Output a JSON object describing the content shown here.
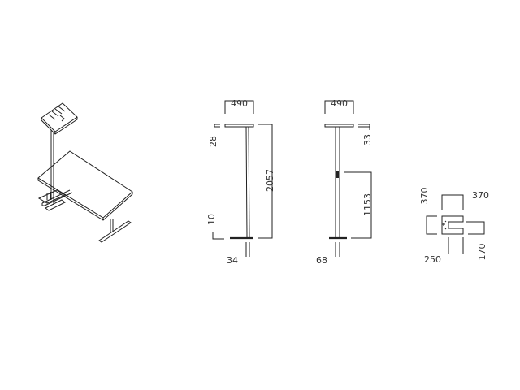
{
  "dimensions": {
    "side_top_width": "490",
    "side_top_thickness": "28",
    "side_height": "2057",
    "side_base_thickness": "10",
    "side_pole_width": "34",
    "front_top_width": "490",
    "front_top_thickness": "33",
    "front_sensor_height": "1153",
    "front_pole_width": "68",
    "base_depth": "370",
    "base_width": "370",
    "base_inner": "250",
    "base_foot": "170"
  }
}
